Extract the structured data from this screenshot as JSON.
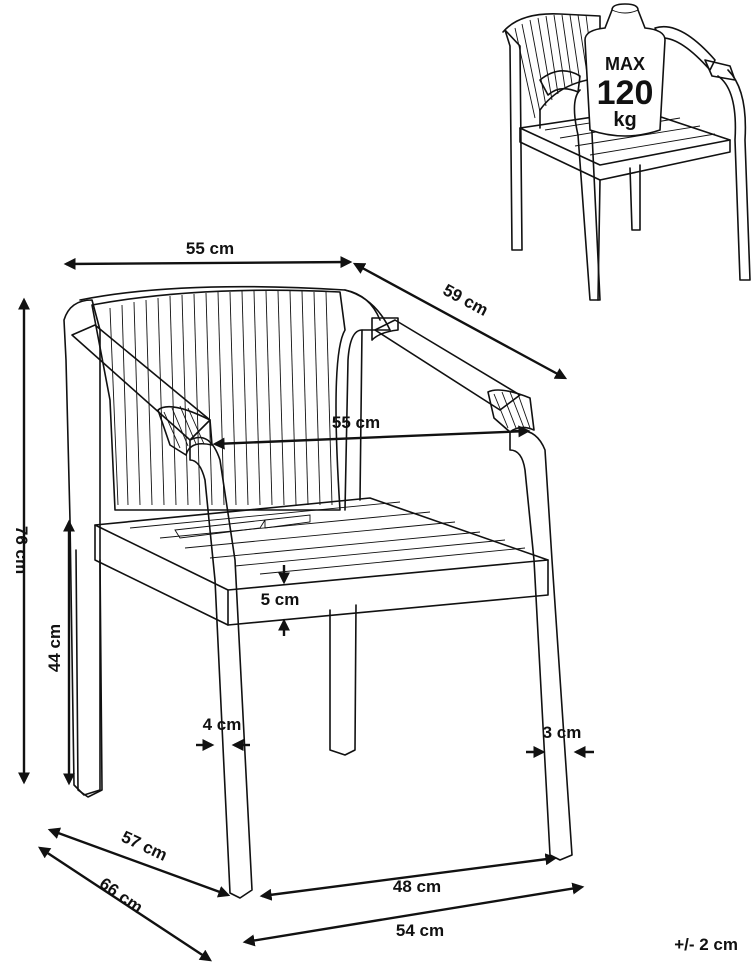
{
  "max_load": {
    "line1": "MAX",
    "line2": "120",
    "line3": "kg"
  },
  "dimensions": {
    "top_width": "55 cm",
    "top_depth": "59 cm",
    "seat_width": "55 cm",
    "height": "76 cm",
    "seat_height": "44 cm",
    "seat_thickness": "5 cm",
    "front_leg": "4 cm",
    "back_leg": "3 cm",
    "seat_depth": "57 cm",
    "overall_depth": "66 cm",
    "leg_span": "48 cm",
    "base_width": "54 cm"
  },
  "tolerance": "+/- 2 cm"
}
